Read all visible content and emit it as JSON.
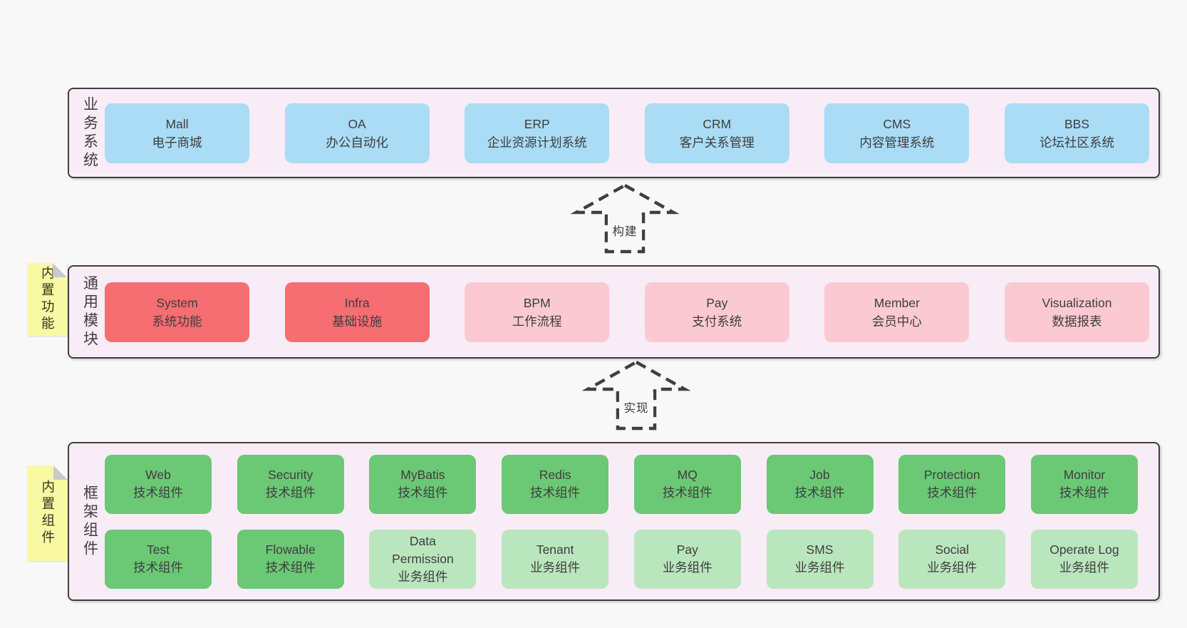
{
  "colors": {
    "page-bg": "#f8f8f8",
    "layer-bg": "#f8ecf6",
    "layer-border": "#3f3f3f",
    "text": "#3e3e3e",
    "blue": "#aadcf5",
    "red": "#f66d72",
    "pink": "#fbc9d2",
    "green": "#6bc875",
    "green-light": "#bae6bd",
    "note-yellow": "#f9f9a3",
    "note-fold": "#c9c9c9"
  },
  "notes": [
    {
      "label": "内置功能"
    },
    {
      "label": "内置组件"
    }
  ],
  "arrows": [
    {
      "label": "构建"
    },
    {
      "label": "实现"
    }
  ],
  "layers": [
    {
      "label": "业务系统",
      "items": [
        {
          "name": "Mall",
          "desc": "电子商城",
          "variant": "blue"
        },
        {
          "name": "OA",
          "desc": "办公自动化",
          "variant": "blue"
        },
        {
          "name": "ERP",
          "desc": "企业资源计划系统",
          "variant": "blue"
        },
        {
          "name": "CRM",
          "desc": "客户关系管理",
          "variant": "blue"
        },
        {
          "name": "CMS",
          "desc": "内容管理系统",
          "variant": "blue"
        },
        {
          "name": "BBS",
          "desc": "论坛社区系统",
          "variant": "blue"
        }
      ]
    },
    {
      "label": "通用模块",
      "items": [
        {
          "name": "System",
          "desc": "系统功能",
          "variant": "red"
        },
        {
          "name": "Infra",
          "desc": "基础设施",
          "variant": "red"
        },
        {
          "name": "BPM",
          "desc": "工作流程",
          "variant": "pink"
        },
        {
          "name": "Pay",
          "desc": "支付系统",
          "variant": "pink"
        },
        {
          "name": "Member",
          "desc": "会员中心",
          "variant": "pink"
        },
        {
          "name": "Visualization",
          "desc": "数据报表",
          "variant": "pink"
        }
      ]
    },
    {
      "label": "框架组件",
      "rows": [
        [
          {
            "name": "Web",
            "desc": "技术组件",
            "variant": "green"
          },
          {
            "name": "Security",
            "desc": "技术组件",
            "variant": "green"
          },
          {
            "name": "MyBatis",
            "desc": "技术组件",
            "variant": "green"
          },
          {
            "name": "Redis",
            "desc": "技术组件",
            "variant": "green"
          },
          {
            "name": "MQ",
            "desc": "技术组件",
            "variant": "green"
          },
          {
            "name": "Job",
            "desc": "技术组件",
            "variant": "green"
          },
          {
            "name": "Protection",
            "desc": "技术组件",
            "variant": "green"
          },
          {
            "name": "Monitor",
            "desc": "技术组件",
            "variant": "green"
          }
        ],
        [
          {
            "name": "Test",
            "desc": "技术组件",
            "variant": "green"
          },
          {
            "name": "Flowable",
            "desc": "技术组件",
            "variant": "green"
          },
          {
            "name": "Data Permission",
            "desc": "业务组件",
            "variant": "green-light"
          },
          {
            "name": "Tenant",
            "desc": "业务组件",
            "variant": "green-light"
          },
          {
            "name": "Pay",
            "desc": "业务组件",
            "variant": "green-light"
          },
          {
            "name": "SMS",
            "desc": "业务组件",
            "variant": "green-light"
          },
          {
            "name": "Social",
            "desc": "业务组件",
            "variant": "green-light"
          },
          {
            "name": "Operate Log",
            "desc": "业务组件",
            "variant": "green-light"
          }
        ]
      ]
    }
  ]
}
